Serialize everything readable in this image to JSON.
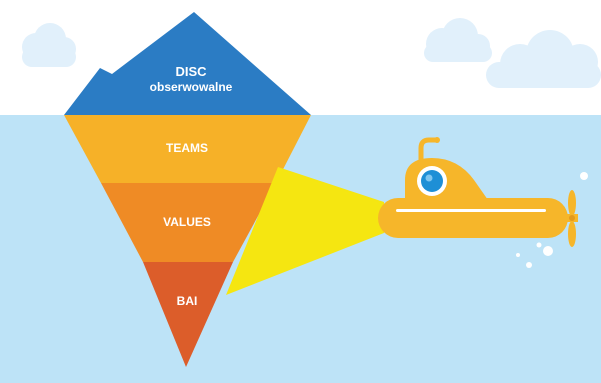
{
  "diagram": {
    "tip": {
      "line1": "DISC",
      "line2": "obserwowalne"
    },
    "layers": [
      {
        "label": "TEAMS"
      },
      {
        "label": "VALUES"
      },
      {
        "label": "BAI"
      }
    ]
  },
  "colors": {
    "sky": "#ffffff",
    "water": "#bde3f7",
    "cloud": "#e1f0fb",
    "tip": "#2b7cc4",
    "teams": "#f6b128",
    "values": "#ef8b25",
    "bai": "#dc5d2a",
    "beam": "#f5e611",
    "submarine": "#f6b62a",
    "porthole": "#1e8fd6",
    "bubble": "#ffffff"
  }
}
